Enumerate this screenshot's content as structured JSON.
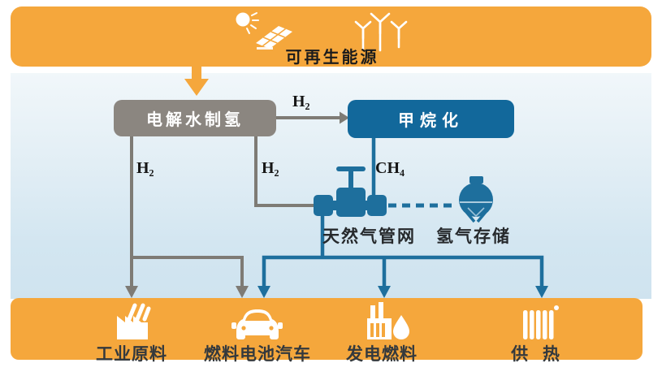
{
  "colors": {
    "banner_orange": "#F5A73C",
    "panel_blue_top": "#F1F7FA",
    "panel_blue_bottom": "#CFE3EF",
    "electrolysis_gray": "#8B8680",
    "methanation_blue": "#12689B",
    "pipe_teal": "#1E6F9D",
    "line_gray": "#7E7B75",
    "text_dark": "#26292c"
  },
  "banner": {
    "title": "可再生能源",
    "icons": [
      "sun-icon",
      "solar-panel-icon",
      "wind-turbines-icon"
    ]
  },
  "nodes": {
    "electrolysis": {
      "label": "电解水制氢"
    },
    "methanation": {
      "label": "甲烷化"
    },
    "gas_network": {
      "label": "天然气管网"
    },
    "h2_storage": {
      "label": "氢气存储"
    }
  },
  "flows": {
    "h2": "H₂",
    "ch4": "CH₄"
  },
  "end_uses": [
    {
      "label": "工业原料",
      "icon": "factory-icon"
    },
    {
      "label": "燃料电池汽车",
      "icon": "car-icon"
    },
    {
      "label": "发电燃料",
      "icon": "power-plant-icon"
    },
    {
      "label": "供 热",
      "icon": "radiator-icon"
    }
  ],
  "edges": [
    {
      "from": "可再生能源",
      "to": "电解水制氢",
      "label": "",
      "style": "solid"
    },
    {
      "from": "电解水制氢",
      "to": "甲烷化",
      "label": "H₂",
      "style": "solid"
    },
    {
      "from": "电解水制氢",
      "to": "工业原料",
      "label": "H₂",
      "style": "solid"
    },
    {
      "from": "电解水制氢",
      "to": "燃料电池汽车",
      "label": "H₂",
      "style": "solid"
    },
    {
      "from": "电解水制氢",
      "to": "天然气管网",
      "label": "H₂",
      "style": "solid"
    },
    {
      "from": "甲烷化",
      "to": "天然气管网",
      "label": "CH₄",
      "style": "solid"
    },
    {
      "from": "天然气管网",
      "to": "氢气存储",
      "label": "",
      "style": "dashed"
    },
    {
      "from": "天然气管网",
      "to": "燃料电池汽车",
      "label": "",
      "style": "solid"
    },
    {
      "from": "天然气管网",
      "to": "发电燃料",
      "label": "",
      "style": "solid"
    },
    {
      "from": "天然气管网",
      "to": "供 热",
      "label": "",
      "style": "solid"
    }
  ]
}
